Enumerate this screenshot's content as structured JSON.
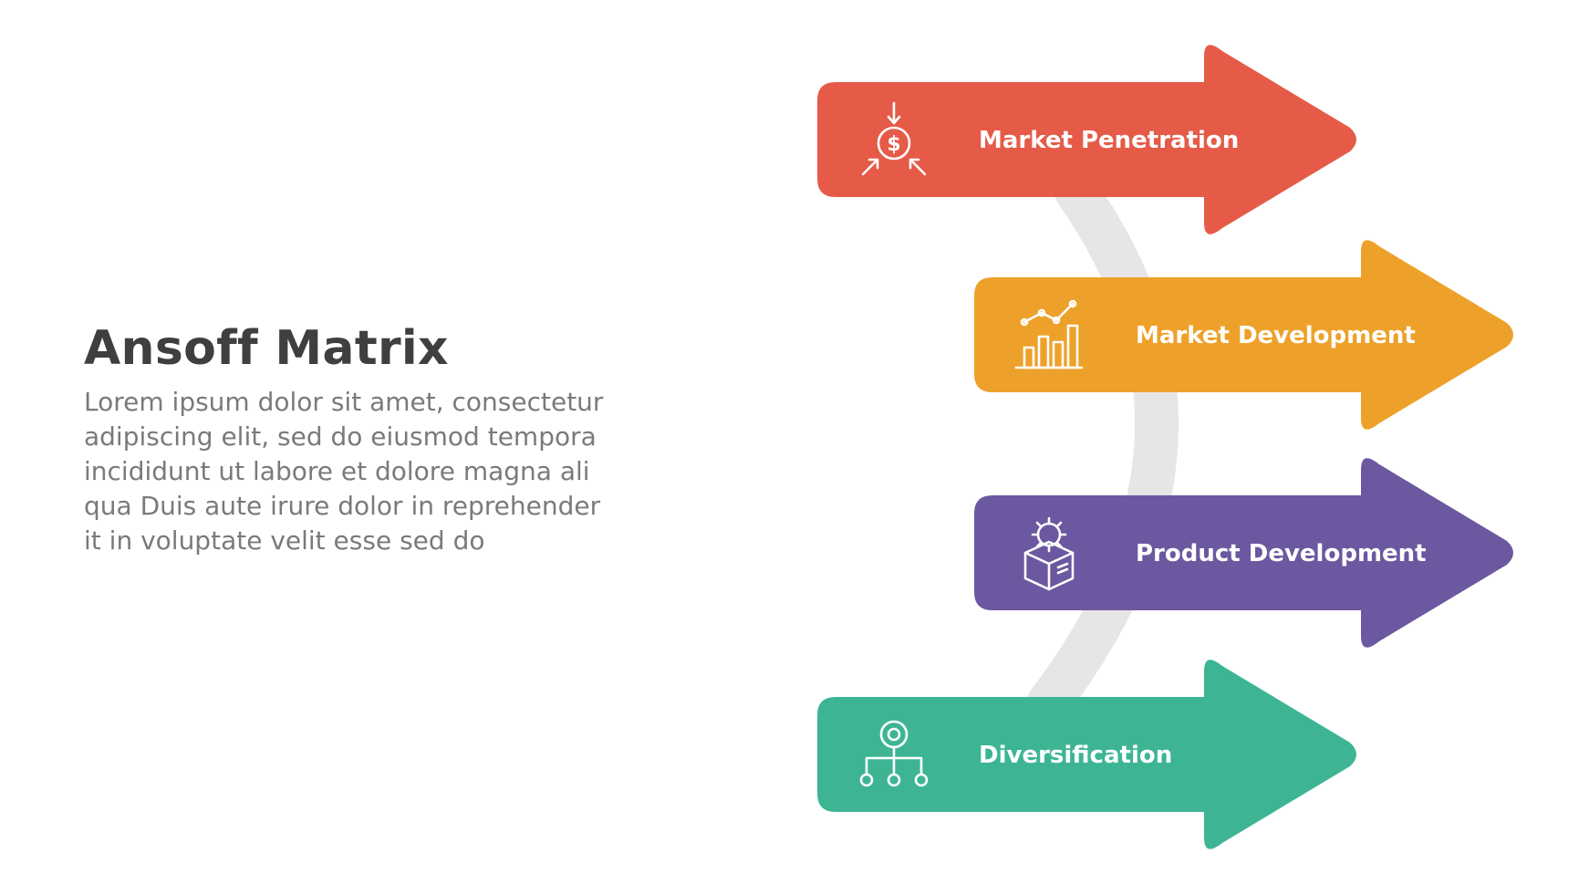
{
  "header": {
    "title": "Ansoff Matrix",
    "description": "Lorem ipsum dolor sit amet, consectetur\nadipiscing elit, sed do eiusmod tempora\nincididunt ut labore et dolore magna ali\nqua Duis aute irure dolor in reprehender\nit in voluptate velit esse sed do"
  },
  "connector": {
    "color": "#e6e6e6"
  },
  "steps": [
    {
      "label": "Market Penetration",
      "color": "#e55b48",
      "icon": "money-inflow-icon"
    },
    {
      "label": "Market Development",
      "color": "#eea12a",
      "icon": "growth-chart-icon"
    },
    {
      "label": "Product Development",
      "color": "#6b58a0",
      "icon": "product-gear-icon"
    },
    {
      "label": "Diversification",
      "color": "#3db595",
      "icon": "hierarchy-icon"
    }
  ]
}
